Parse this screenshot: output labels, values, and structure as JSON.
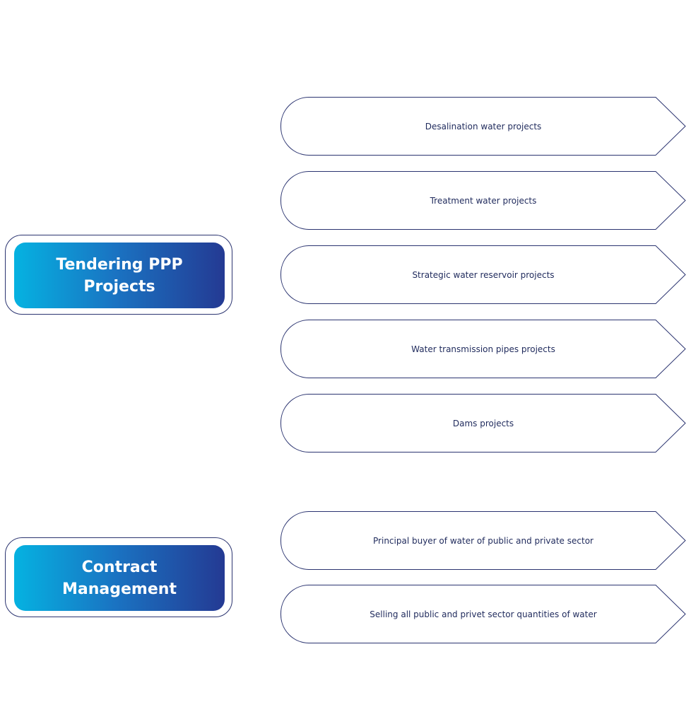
{
  "groups": [
    {
      "title": "Tendering PPP Projects",
      "items": [
        "Desalination water projects",
        "Treatment water projects",
        "Strategic water reservoir projects",
        "Water transmission pipes projects",
        "Dams projects"
      ]
    },
    {
      "title": "Contract Management",
      "items": [
        "Principal buyer of water of public and private sector",
        "Selling all public and privet sector quantities of water"
      ]
    }
  ],
  "colors": {
    "outline": "#2b3470",
    "text": "#1f2a5c",
    "gradient_start": "#05b2e1",
    "gradient_end": "#243a93"
  }
}
